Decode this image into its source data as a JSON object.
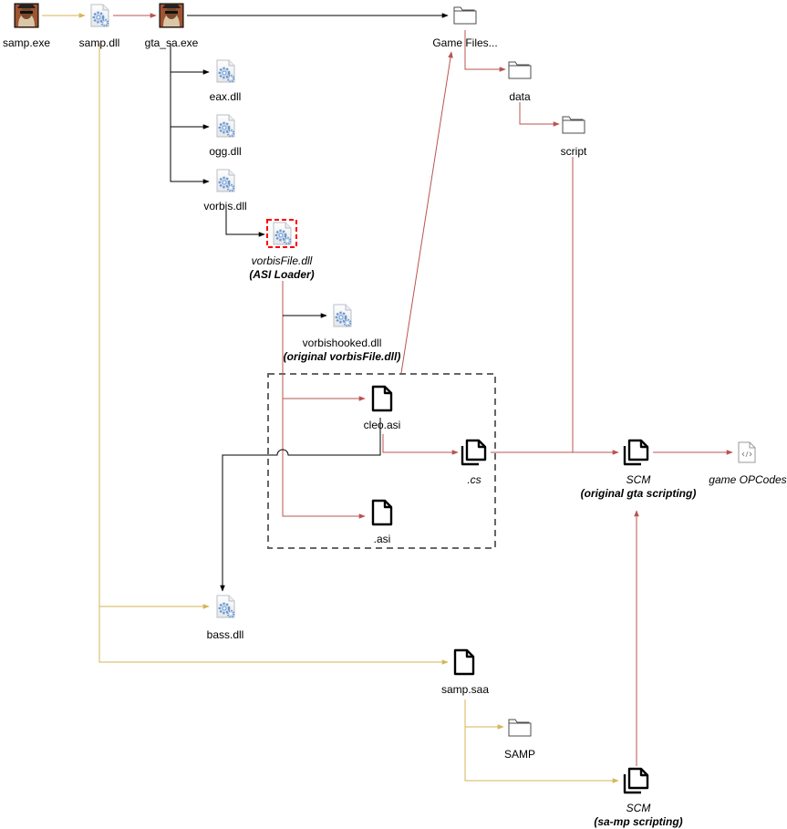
{
  "colors": {
    "black": "#000000",
    "red": "#b85450",
    "yellow": "#d6b656",
    "grey": "#999999",
    "dashed_box": "#666666",
    "selection": "#ff0000"
  },
  "nodes": {
    "samp_exe": {
      "label": "samp.exe",
      "icon": "avatar-icon"
    },
    "samp_dll": {
      "label": "samp.dll",
      "icon": "gear-document-icon"
    },
    "gta_sa_exe": {
      "label": "gta_sa.exe",
      "icon": "avatar-icon"
    },
    "game_files": {
      "label": "Game Files...",
      "icon": "folder-icon"
    },
    "data": {
      "label": "data",
      "icon": "folder-icon"
    },
    "script": {
      "label": "script",
      "icon": "folder-icon"
    },
    "eax_dll": {
      "label": "eax.dll",
      "icon": "gear-document-icon"
    },
    "ogg_dll": {
      "label": "ogg.dll",
      "icon": "gear-document-icon"
    },
    "vorbis_dll": {
      "label": "vorbis.dll",
      "icon": "gear-document-icon"
    },
    "vorbisfile_dll": {
      "label": "vorbisFile.dll",
      "sublabel": "(ASI Loader)",
      "icon": "gear-document-icon"
    },
    "vorbishooked_dll": {
      "label": "vorbishooked.dll",
      "sublabel": "(original vorbisFile.dll)",
      "icon": "gear-document-icon"
    },
    "cleo_asi": {
      "label": "cleo.asi",
      "icon": "file-icon"
    },
    "cs": {
      "label": ".cs",
      "icon": "files-icon"
    },
    "asi": {
      "label": ".asi",
      "icon": "file-icon"
    },
    "scm_gta": {
      "label": "SCM",
      "sublabel": "(original gta scripting)",
      "icon": "files-icon"
    },
    "game_opcodes": {
      "label": "game OPCodes",
      "icon": "code-file-icon"
    },
    "bass_dll": {
      "label": "bass.dll",
      "icon": "gear-document-icon"
    },
    "samp_saa": {
      "label": "samp.saa",
      "icon": "file-icon"
    },
    "samp_folder": {
      "label": "SAMP",
      "icon": "folder-icon"
    },
    "scm_samp": {
      "label": "SCM",
      "sublabel": "(sa-mp scripting)",
      "icon": "files-icon"
    }
  }
}
